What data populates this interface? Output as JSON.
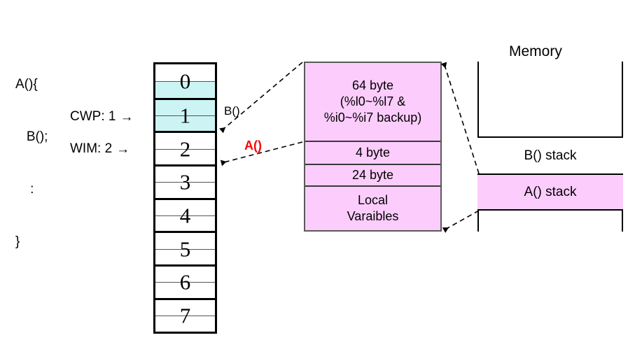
{
  "code": {
    "lines": [
      "A(){",
      "   B();",
      "    :",
      "}"
    ]
  },
  "pointers": {
    "cwp": {
      "label": "CWP: 1",
      "arrow": "→"
    },
    "wim": {
      "label": "WIM: 2",
      "arrow": "→"
    }
  },
  "register_window": {
    "cells": [
      {
        "num": "0",
        "highlight": "bottom-half"
      },
      {
        "num": "1",
        "highlight": "full"
      },
      {
        "num": "2",
        "highlight": "none"
      },
      {
        "num": "3",
        "highlight": "none"
      },
      {
        "num": "4",
        "highlight": "none"
      },
      {
        "num": "5",
        "highlight": "none"
      },
      {
        "num": "6",
        "highlight": "none"
      },
      {
        "num": "7",
        "highlight": "none"
      }
    ],
    "highlight_color": "#cdf4f4"
  },
  "frame_box": {
    "fill_color": "#fccdfc",
    "segments": [
      {
        "line1": "64 byte",
        "line2": "(%l0~%l7 &",
        "line3": "%i0~%i7 backup)"
      },
      {
        "line1": "4 byte"
      },
      {
        "line1": "24 byte"
      },
      {
        "line1": "Local",
        "line2": "Varaibles"
      }
    ]
  },
  "memory": {
    "title": "Memory",
    "rows": [
      {
        "label": "B() stack",
        "fill": "#ffffff"
      },
      {
        "label": "A() stack",
        "fill": "#fccdfc"
      }
    ]
  },
  "callouts": {
    "b_call": {
      "text": "B()",
      "color": "#000000"
    },
    "a_call": {
      "text": "A()",
      "color": "#ff0000"
    }
  }
}
